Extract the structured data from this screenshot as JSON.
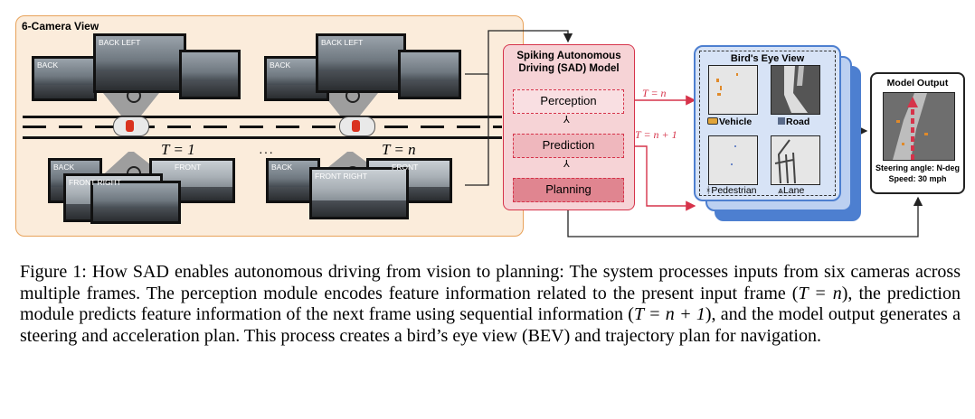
{
  "camera_panel": {
    "title": "6-Camera View",
    "thumbs": {
      "back_left": "BACK LEFT",
      "back": "BACK",
      "front": "FRONT",
      "front_right": "FRONT RIGHT"
    },
    "t1": "T = 1",
    "ellipsis": "···",
    "tn": "T = n"
  },
  "sad": {
    "title_line1": "Spiking Autonomous",
    "title_line2": "Driving (SAD) Model",
    "perception": "Perception",
    "prediction": "Prediction",
    "planning": "Planning",
    "arrow_perception": "T = n",
    "arrow_prediction": "T = n + 1"
  },
  "bev": {
    "title": "Bird's Eye View",
    "vehicle": "Vehicle",
    "road": "Road",
    "pedestrian": "Pedestrian",
    "lane": "Lane"
  },
  "output": {
    "title": "Model Output",
    "steering": "Steering angle: N-deg",
    "speed": "Speed: 30 mph"
  },
  "caption": {
    "p1": "Figure 1: How SAD enables autonomous driving from vision to planning: The system processes inputs from six cameras across multiple frames. The perception module encodes feature information related to the present input frame (",
    "m1": "T = n",
    "p2": "), the prediction module predicts feature information of the next frame using sequential information (",
    "m2": "T = n + 1",
    "p3": "), and the model output generates a steering and acceleration plan. This process creates a bird’s eye view (BEV) and trajectory plan for navigation."
  },
  "colors": {
    "camera_panel_fill": "#fbecdb",
    "camera_panel_border": "#e8a25a",
    "sad_fill": "#f6d3d6",
    "sad_border": "#d6334a",
    "bev_border": "#4d7fd0",
    "arrow_red": "#d6334a"
  }
}
